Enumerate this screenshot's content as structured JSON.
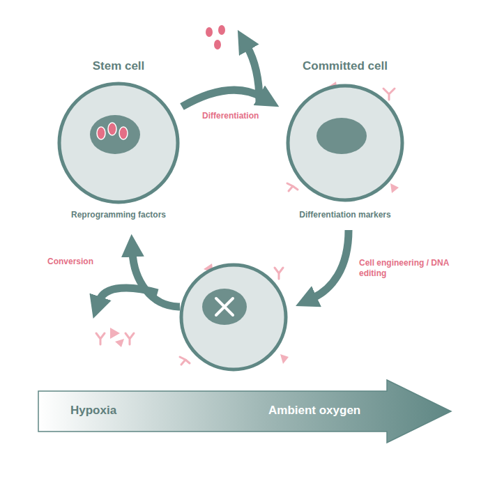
{
  "diagram": {
    "nodes": [
      {
        "text": [
          "Stem cell",
          "Reprogramming factors"
        ]
      },
      {
        "text": [
          "Committed cell",
          "Differentiation markers"
        ]
      },
      {
        "text": [
          "Hypoxia",
          "Ambient oxygen"
        ]
      }
    ],
    "edges": [
      {
        "from": 0,
        "to": 1,
        "arrow": "to",
        "label": "Differentiation"
      }
    ],
    "labels": [
      "Cell engineering / DNA editing",
      "Conversion"
    ]
  }
}
